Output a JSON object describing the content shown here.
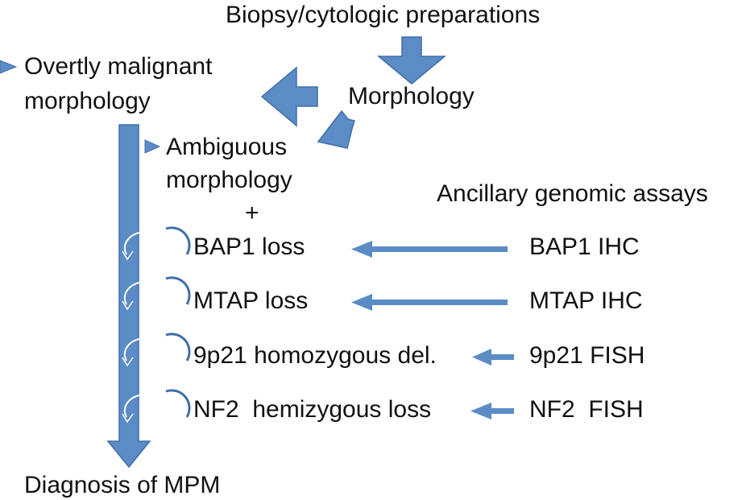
{
  "colors": {
    "arrow_fill": "#5B8CC6",
    "arrow_stroke": "#3F6FA8",
    "text": "#111111",
    "background": "#ffffff"
  },
  "top": {
    "source": "Biopsy/cytologic preparations",
    "morphology": "Morphology"
  },
  "left": {
    "overtly_line1": "Overtly malignant",
    "overtly_line2": "morphology",
    "ambiguous_line1": "Ambiguous",
    "ambiguous_line2": "morphology",
    "plus": "+",
    "diagnosis": "Diagnosis of MPM"
  },
  "findings": [
    {
      "label": "BAP1 loss"
    },
    {
      "label": "MTAP loss"
    },
    {
      "label": "9p21 homozygous del."
    },
    {
      "label": "NF2  hemizygous loss"
    }
  ],
  "assays": {
    "header": "Ancillary genomic assays",
    "items": [
      {
        "label": "BAP1 IHC"
      },
      {
        "label": "MTAP IHC"
      },
      {
        "label": "9p21 FISH"
      },
      {
        "label": "NF2  FISH"
      }
    ]
  }
}
